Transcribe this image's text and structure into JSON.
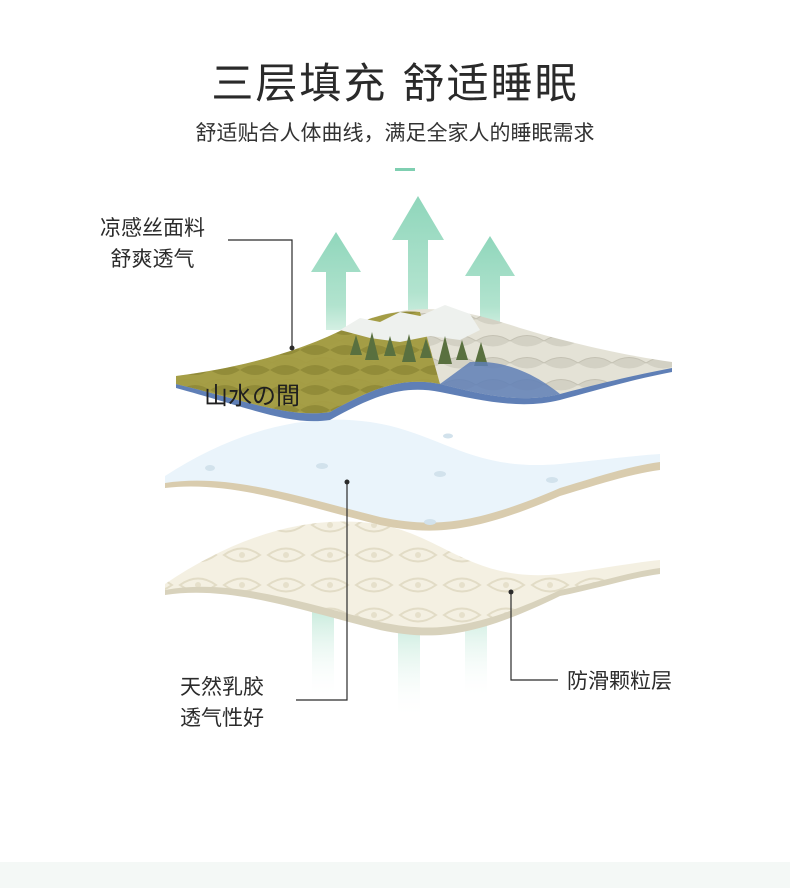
{
  "header": {
    "title": "三层填充 舒适睡眠",
    "subtitle": "舒适贴合人体曲线，满足全家人的睡眠需求"
  },
  "labels": {
    "fabric": {
      "line1": "凉感丝面料",
      "line2": "舒爽透气"
    },
    "latex": {
      "line1": "天然乳胶",
      "line2": "透气性好"
    },
    "antislip": {
      "line1": "防滑颗粒层"
    }
  },
  "print_text": "山水の間",
  "colors": {
    "arrow": "#8fd6bb",
    "dash": "#7fcfb1",
    "latex": "#eaf4fb",
    "bottom_layer": "#f3efdf",
    "top_fabric": "#ddd9c9"
  }
}
